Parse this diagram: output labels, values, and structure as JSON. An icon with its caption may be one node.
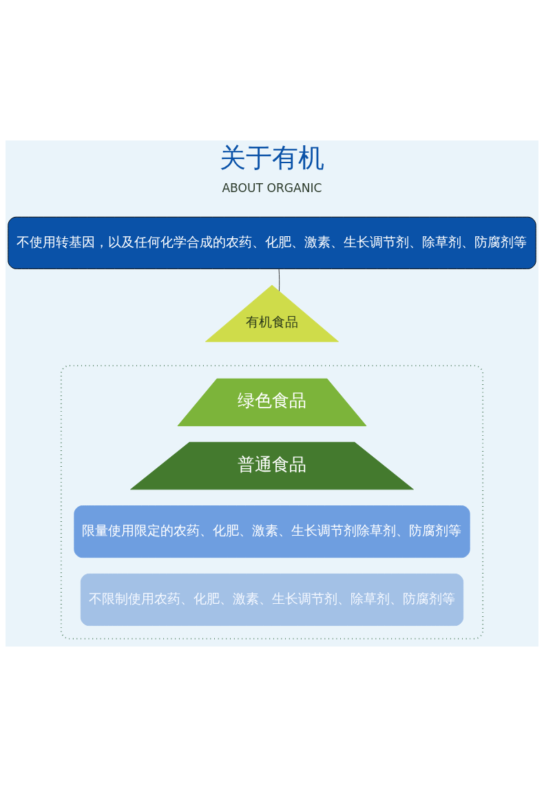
{
  "diagram": {
    "title": "关于有机",
    "nodes": [
      {
        "text": [
          "不使用转基因，以及任何化学合成的农药、化肥、激素、生长调节剂、除草剂、防腐剂等"
        ]
      },
      {
        "text": [
          "有机食品"
        ]
      },
      {
        "text": [],
        "shape": "box"
      },
      {
        "text": [
          "绿色食品"
        ],
        "in": 2
      },
      {
        "text": [
          "普通食品"
        ],
        "in": 2
      },
      {
        "text": [
          "限量使用限定的农药、化肥、激素、生长调节剂除草剂、防腐剂等"
        ],
        "in": 2
      },
      {
        "text": [
          "不限制使用农药、化肥、激素、生长调节剂、除草剂、防腐剂等"
        ],
        "in": 2
      }
    ],
    "edges": [
      {
        "from": 0,
        "to": 1,
        "arrow": "none"
      }
    ],
    "labels": [
      "ABOUT ORGANIC"
    ]
  }
}
